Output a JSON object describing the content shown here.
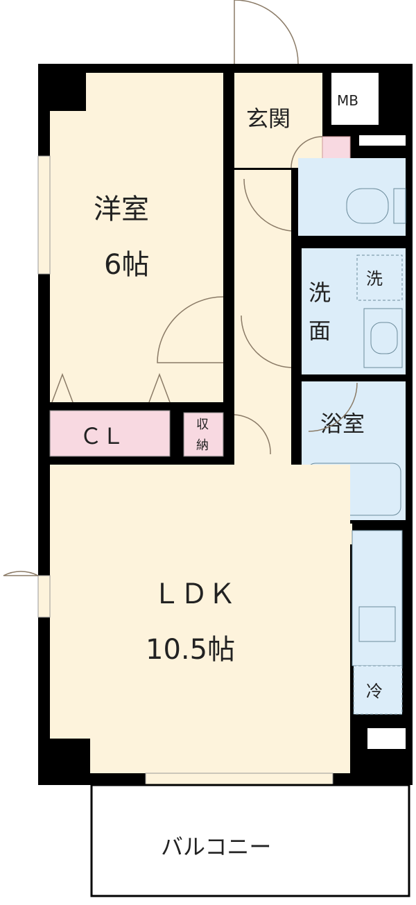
{
  "rooms": {
    "western_room": {
      "name": "洋室",
      "size": "6帖"
    },
    "closet": "ＣＬ",
    "storage": [
      "収",
      "納"
    ],
    "entrance": "玄関",
    "meter_box": "MB",
    "washroom": [
      "洗",
      "面"
    ],
    "washer": "洗",
    "bathroom": "浴室",
    "ldk": {
      "name": "ＬＤＫ",
      "size": "10.5帖"
    },
    "fridge": "冷",
    "balcony": "バルコニー"
  },
  "colors": {
    "wall": "#000000",
    "floor": "#fdf3dc",
    "wet_area": "#dcedf9",
    "storage": "#f8d9e1"
  }
}
